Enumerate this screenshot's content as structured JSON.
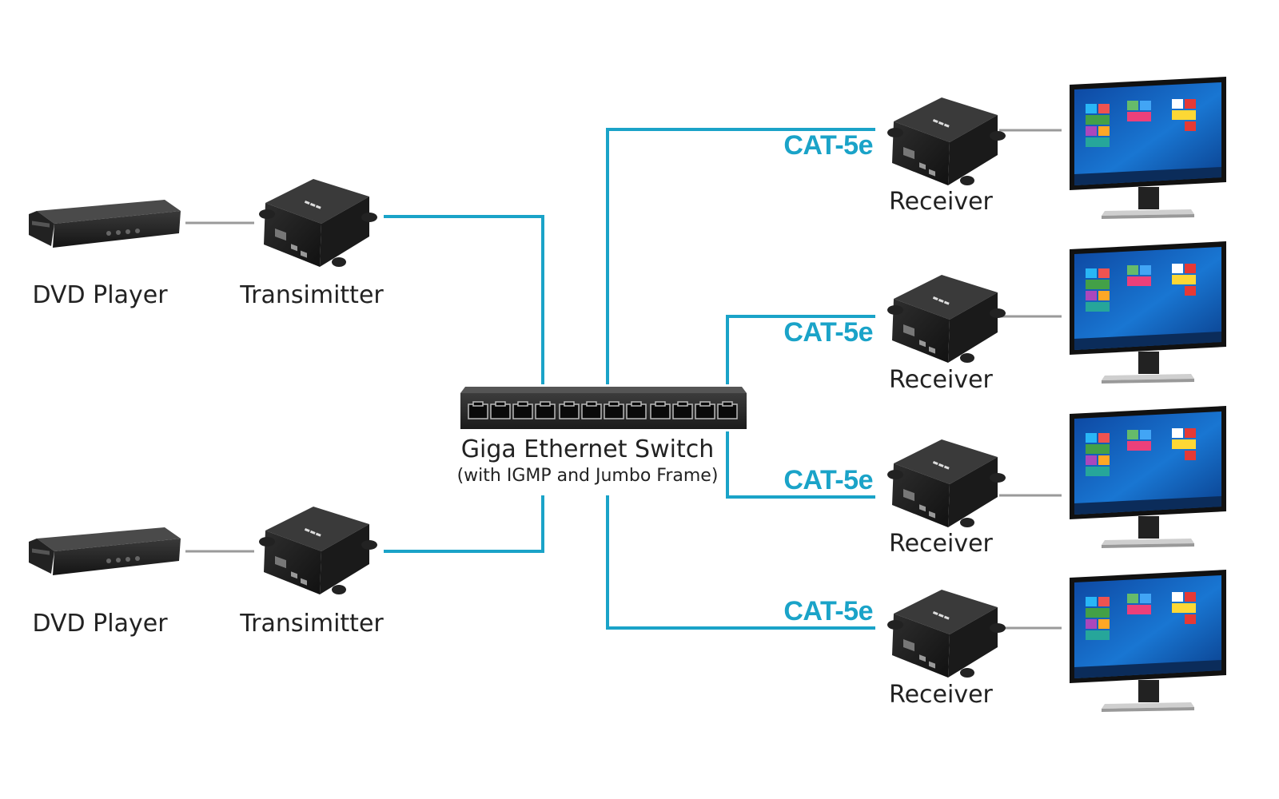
{
  "colors": {
    "cable": "#1aa3c8",
    "hdmi_link": "#9a9a9a",
    "device_body": "#1c1c1c",
    "screen_blue": "#1565c0"
  },
  "labels": {
    "dvd_player": "DVD Player",
    "transmitter": "Transimitter",
    "switch_title": "Giga Ethernet Switch",
    "switch_subtitle": "(with IGMP and Jumbo Frame)",
    "receiver": "Receiver",
    "cable": "CAT-5e"
  },
  "sources": [
    {
      "player": "DVD Player",
      "transmitter": "Transimitter"
    },
    {
      "player": "DVD Player",
      "transmitter": "Transimitter"
    }
  ],
  "outputs": [
    {
      "cable": "CAT-5e",
      "receiver": "Receiver"
    },
    {
      "cable": "CAT-5e",
      "receiver": "Receiver"
    },
    {
      "cable": "CAT-5e",
      "receiver": "Receiver"
    },
    {
      "cable": "CAT-5e",
      "receiver": "Receiver"
    }
  ],
  "icons": [
    "dvd-player-icon",
    "transmitter-icon",
    "network-switch-icon",
    "receiver-icon",
    "monitor-icon"
  ]
}
